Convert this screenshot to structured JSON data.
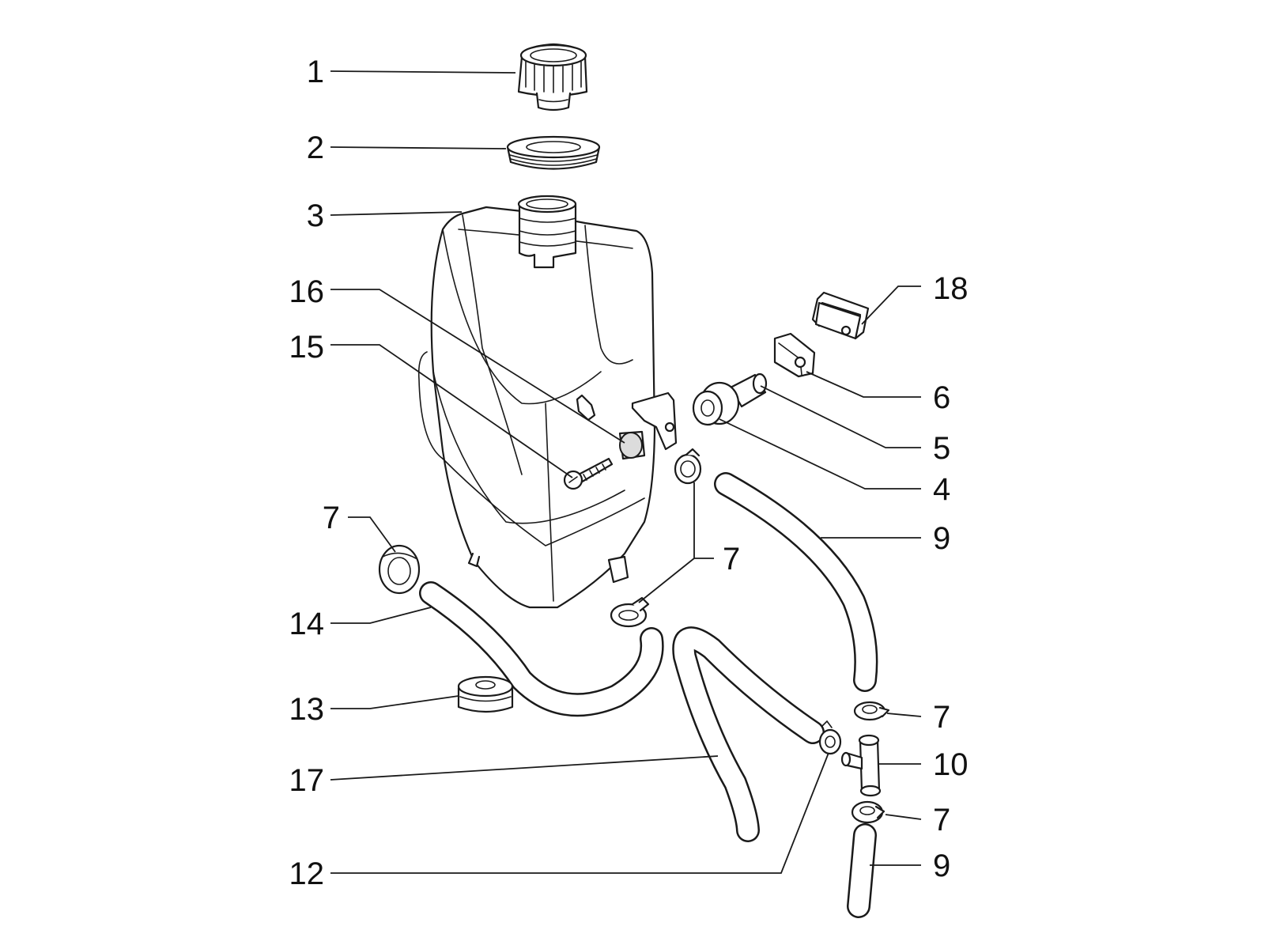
{
  "diagram": {
    "callouts": [
      {
        "id": "c1",
        "label": "1"
      },
      {
        "id": "c2",
        "label": "2"
      },
      {
        "id": "c3",
        "label": "3"
      },
      {
        "id": "c16",
        "label": "16"
      },
      {
        "id": "c15",
        "label": "15"
      },
      {
        "id": "c18",
        "label": "18"
      },
      {
        "id": "c6",
        "label": "6"
      },
      {
        "id": "c5",
        "label": "5"
      },
      {
        "id": "c4",
        "label": "4"
      },
      {
        "id": "c7a",
        "label": "7"
      },
      {
        "id": "c7b",
        "label": "7"
      },
      {
        "id": "c9a",
        "label": "9"
      },
      {
        "id": "c14",
        "label": "14"
      },
      {
        "id": "c13",
        "label": "13"
      },
      {
        "id": "c17",
        "label": "17"
      },
      {
        "id": "c12",
        "label": "12"
      },
      {
        "id": "c7c",
        "label": "7"
      },
      {
        "id": "c10",
        "label": "10"
      },
      {
        "id": "c7d",
        "label": "7"
      },
      {
        "id": "c9b",
        "label": "9"
      }
    ]
  }
}
